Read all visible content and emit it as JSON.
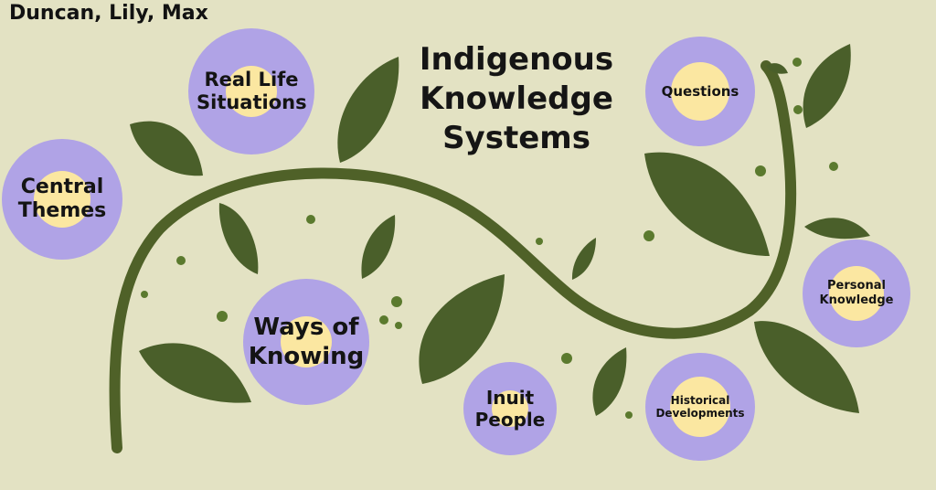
{
  "authors": "Duncan, Lily, Max",
  "title_lines": [
    "Indigenous",
    "Knowledge",
    "Systems"
  ],
  "nodes": [
    {
      "id": "real-life-situations",
      "label": "Real Life Situations"
    },
    {
      "id": "central-themes",
      "label": "Central Themes"
    },
    {
      "id": "ways-of-knowing",
      "label": "Ways of Knowing"
    },
    {
      "id": "questions",
      "label": "Questions"
    },
    {
      "id": "personal-knowledge",
      "label": "Personal Knowledge"
    },
    {
      "id": "inuit-people",
      "label": "Inuit People"
    },
    {
      "id": "historical-developments",
      "label": "Historical Developments"
    }
  ],
  "colors": {
    "background": "#e3e2c3",
    "vine": "#4f6128",
    "leaf": "#4a5f2a",
    "circle_outer": "#b0a3e6",
    "circle_inner": "#fbe7a1",
    "text": "#141414"
  }
}
